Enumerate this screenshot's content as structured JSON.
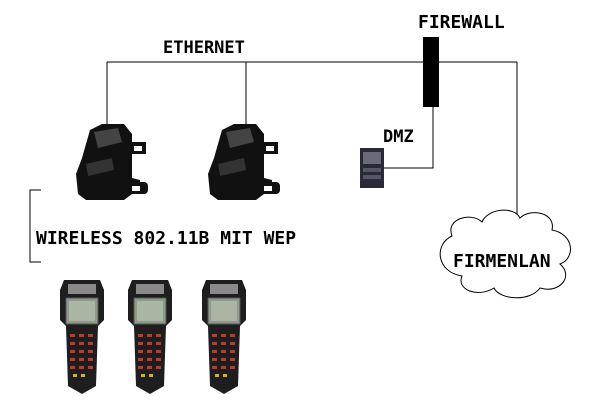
{
  "labels": {
    "ethernet": "ETHERNET",
    "firewall": "FIREWALL",
    "dmz": "DMZ",
    "wireless": "WIRELESS 802.11B MIT WEP",
    "firmenlan": "FIRMENLAN"
  },
  "devices": {
    "access_points": 2,
    "handhelds": 3
  },
  "colors": {
    "line": "#000000",
    "device": "#111111",
    "background": "#ffffff"
  }
}
